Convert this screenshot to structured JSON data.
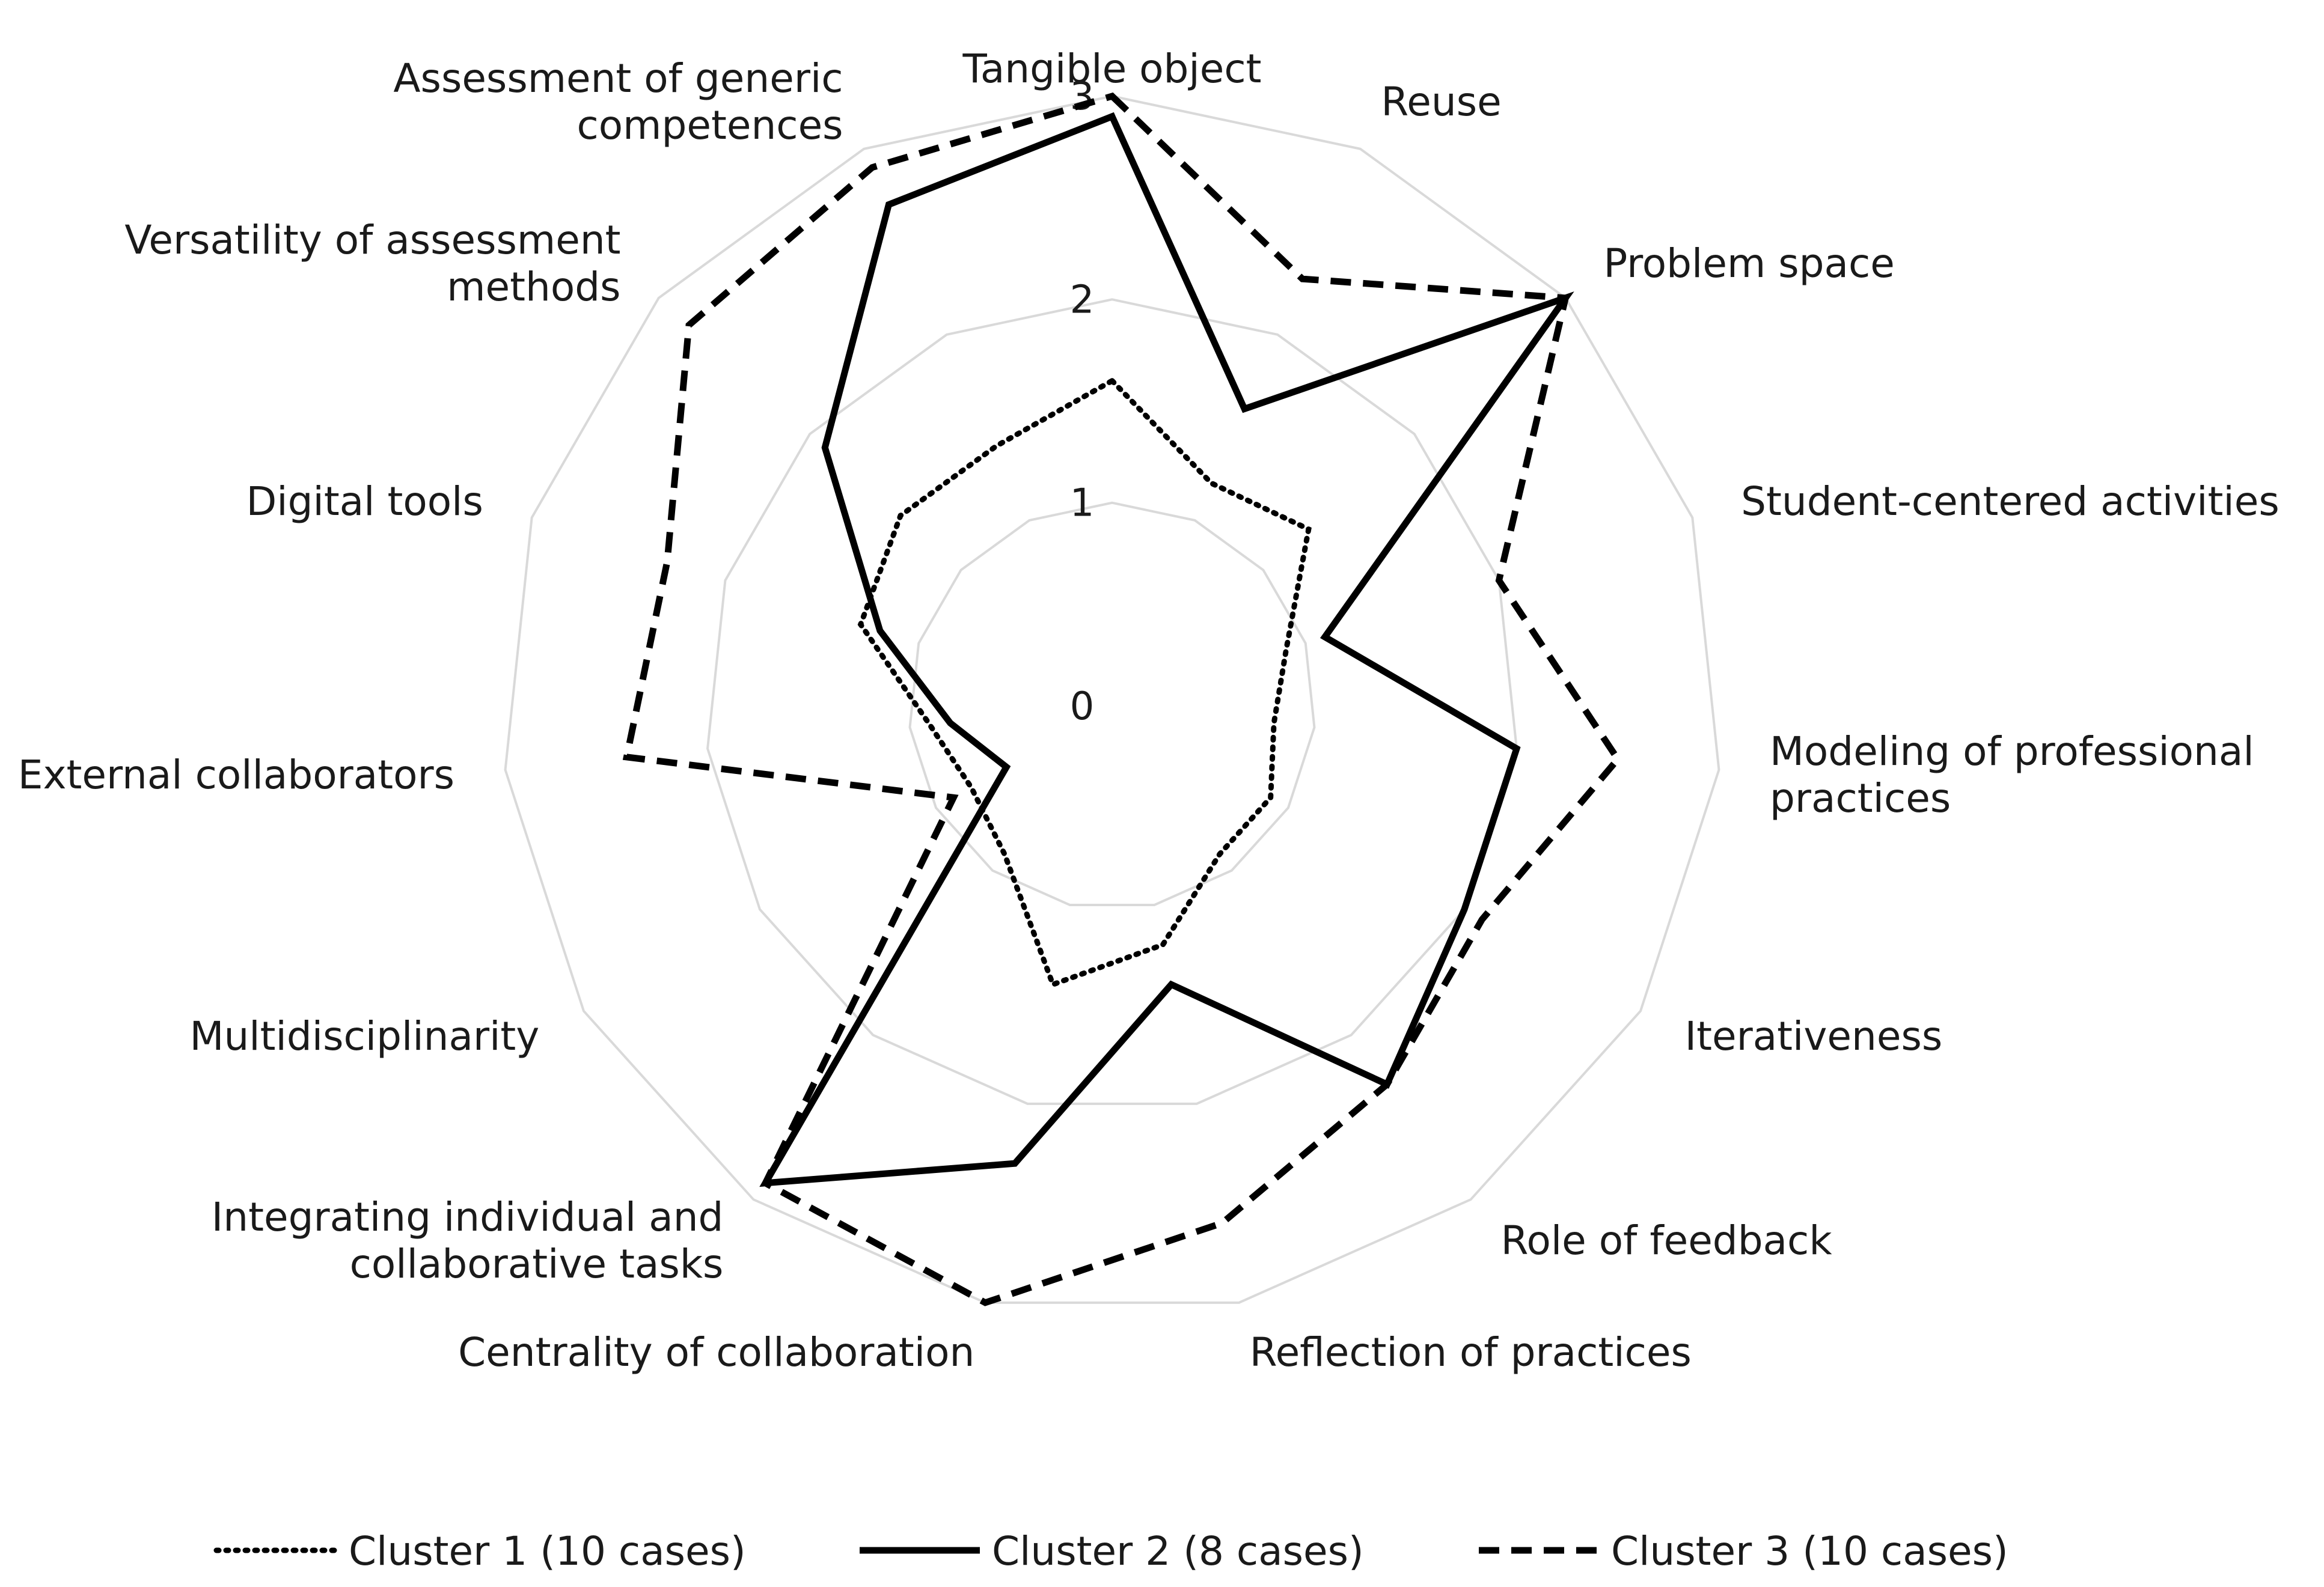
{
  "chart_data": {
    "type": "radar",
    "title": "",
    "categories": [
      "Tangible object",
      "Reuse",
      "Problem space",
      "Student-centered activities",
      "Modeling of professional practices",
      "Iterativeness",
      "Role of feedback",
      "Reflection of practices",
      "Centrality of collaboration",
      "Integrating individual and collaborative tasks",
      "Multidisciplinarity",
      "External collaborators",
      "Digital tools",
      "Versatility of assessment methods",
      "Assessment of generic competences"
    ],
    "axis_labels": [
      [
        "Tangible object"
      ],
      [
        "Reuse"
      ],
      [
        "Problem space"
      ],
      [
        "Student-centered activities"
      ],
      [
        "Modeling of professional",
        "practices"
      ],
      [
        "Iterativeness"
      ],
      [
        "Role of feedback"
      ],
      [
        "Reflection of practices"
      ],
      [
        "Centrality of collaboration"
      ],
      [
        "Integrating individual and",
        "collaborative tasks"
      ],
      [
        "Multidisciplinarity"
      ],
      [
        "External collaborators"
      ],
      [
        "Digital tools"
      ],
      [
        "Versatility of assessment",
        "methods"
      ],
      [
        "Assessment of generic",
        "competences"
      ]
    ],
    "ticks": [
      "0",
      "1",
      "2",
      "3"
    ],
    "rlim": [
      0,
      3
    ],
    "grid": true,
    "legend_position": "bottom",
    "series": [
      {
        "name": "Cluster 1 (10 cases)",
        "style": "dotted",
        "values": [
          1.6,
          1.2,
          1.3,
          0.9,
          0.8,
          0.9,
          0.9,
          1.2,
          1.4,
          0.9,
          0.8,
          0.9,
          1.3,
          1.4,
          1.4
        ]
      },
      {
        "name": "Cluster 2 (8 cases)",
        "style": "solid",
        "values": [
          2.9,
          1.6,
          3.0,
          1.1,
          2.0,
          2.0,
          2.3,
          1.4,
          2.3,
          2.9,
          0.6,
          0.8,
          1.2,
          1.9,
          2.7
        ]
      },
      {
        "name": "Cluster 3 (10 cases)",
        "style": "dashed",
        "values": [
          3.0,
          2.3,
          3.0,
          2.0,
          2.5,
          2.1,
          2.3,
          2.6,
          3.0,
          2.9,
          0.9,
          2.4,
          2.3,
          2.8,
          2.9
        ]
      }
    ],
    "colors": {
      "grid": "#d9d9d9",
      "line": "#000000"
    }
  }
}
